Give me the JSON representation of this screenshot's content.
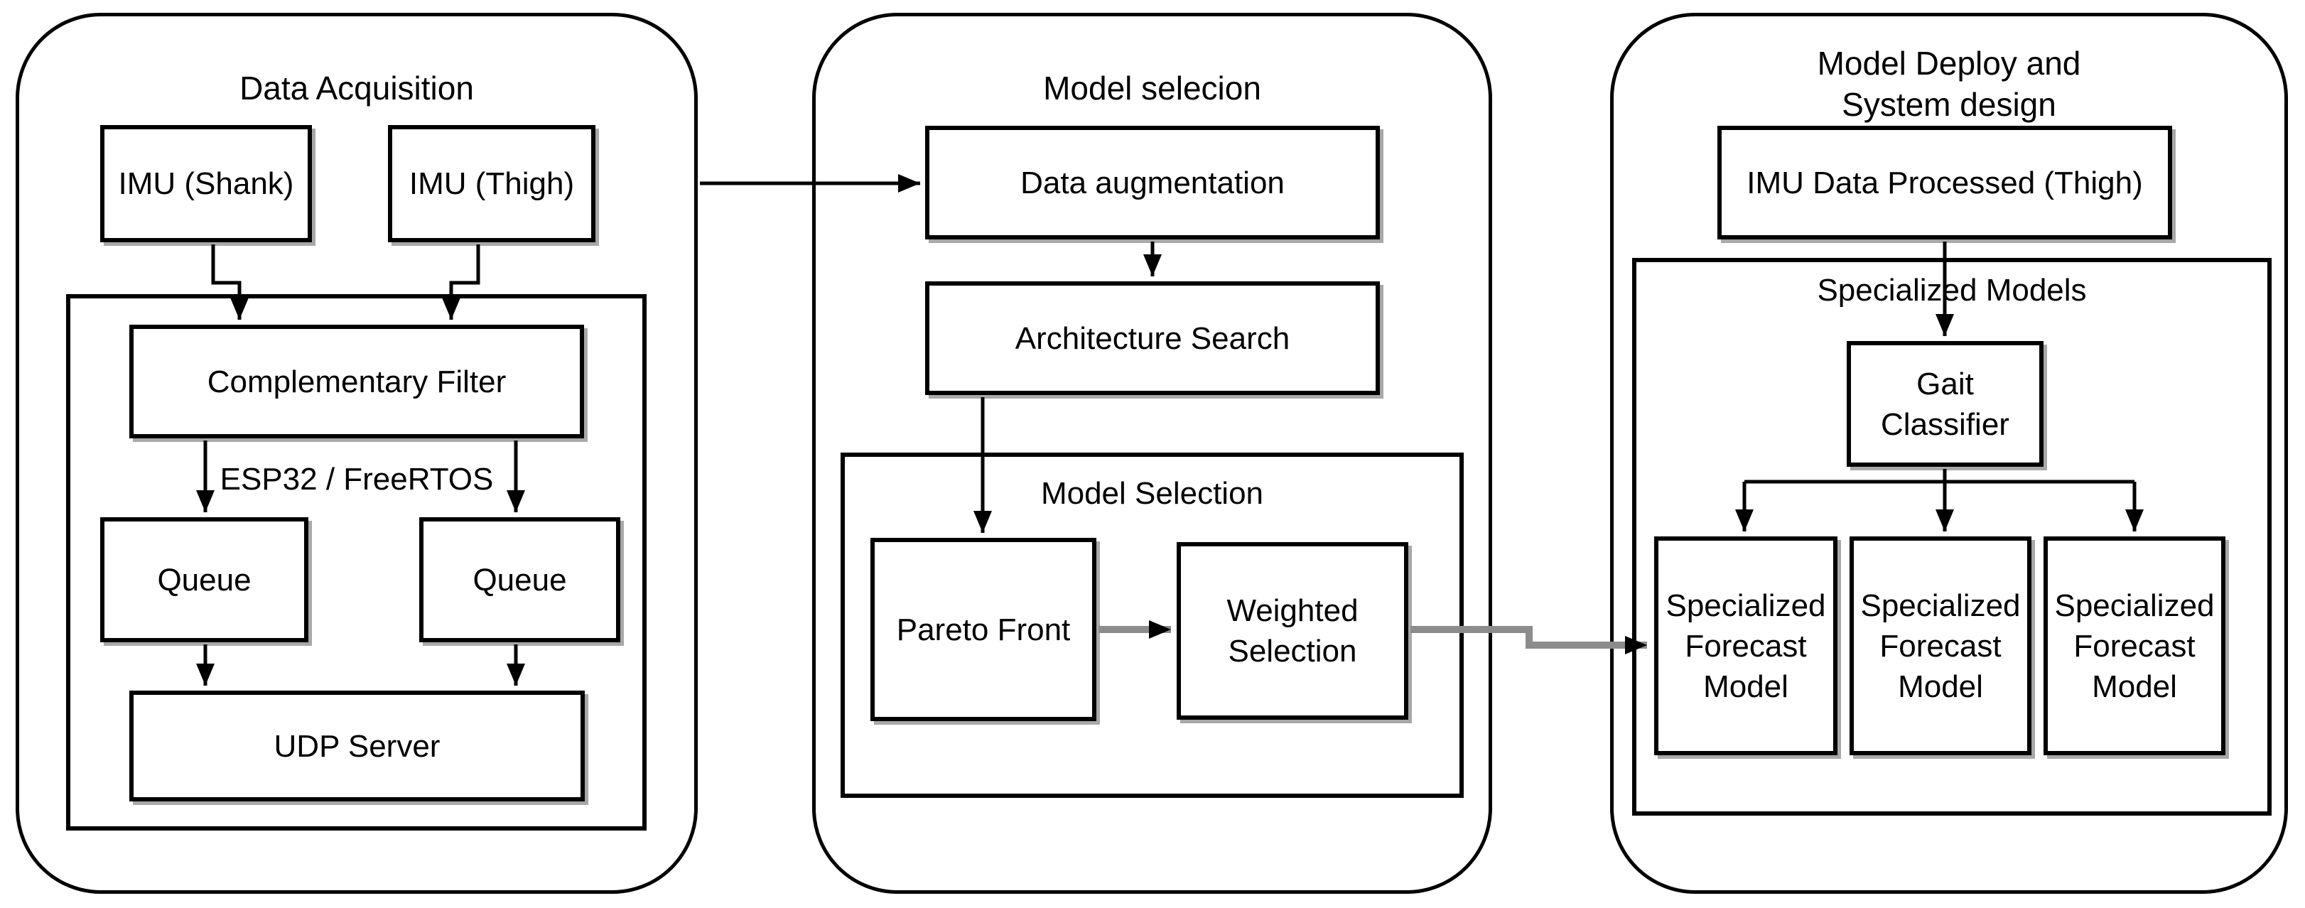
{
  "colors": {
    "background": "#ffffff",
    "stroke": "#000000",
    "gray_connector": "#8c8c8c",
    "node_shadow": "#a8a8a8"
  },
  "panel1": {
    "title": "Data Acquisition",
    "imu_shank": "IMU (Shank)",
    "imu_thigh": "IMU (Thigh)",
    "complementary_filter": "Complementary Filter",
    "esp32_label": "ESP32 / FreeRTOS",
    "queue_left": "Queue",
    "queue_right": "Queue",
    "udp_server": "UDP Server"
  },
  "panel2": {
    "title": "Model selecion",
    "data_augmentation": "Data augmentation",
    "architecture_search": "Architecture Search",
    "model_selection_group": "Model Selection",
    "pareto_front": "Pareto Front",
    "weighted_selection": "Weighted Selection"
  },
  "panel3": {
    "title_line1": "Model Deploy and",
    "title_line2": "System design",
    "imu_data_processed": "IMU Data Processed (Thigh)",
    "specialized_models_group": "Specialized Models",
    "gait_classifier": "Gait Classifier",
    "forecast_models": [
      "Specialized Forecast Model",
      "Specialized Forecast Model",
      "Specialized Forecast Model"
    ]
  }
}
